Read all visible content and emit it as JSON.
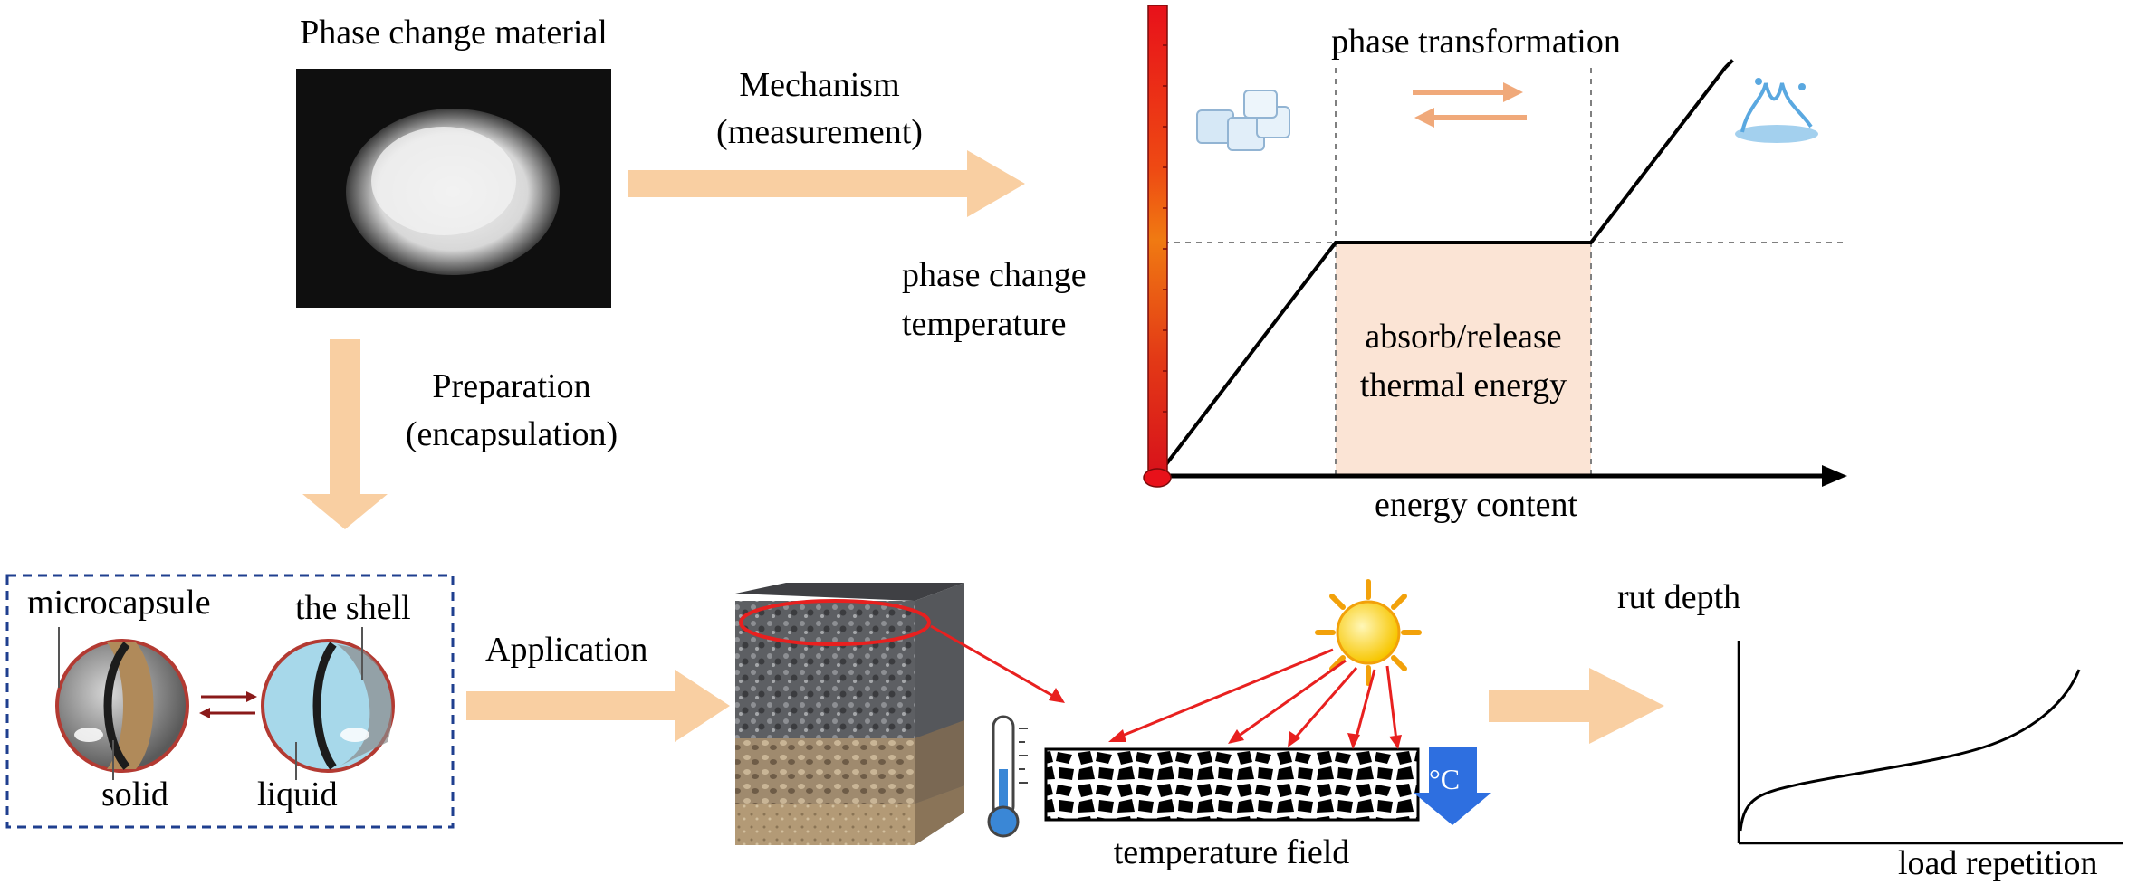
{
  "top_left": {
    "pcm_title": "Phase change material",
    "mechanism_line1": "Mechanism",
    "mechanism_line2": "(measurement)",
    "preparation_line1": "Preparation",
    "preparation_line2": "(encapsulation)"
  },
  "phase_graph": {
    "title": "phase transformation",
    "y_label_line1": "phase change",
    "y_label_line2": "temperature",
    "plateau_line1": "absorb/release",
    "plateau_line2": "thermal energy",
    "x_label": "energy content"
  },
  "microcapsule": {
    "label_microcapsule": "microcapsule",
    "label_shell": "the shell",
    "label_solid": "solid",
    "label_liquid": "liquid"
  },
  "application": {
    "label": "Application",
    "temperature_field": "temperature field",
    "cooling_badge": "°C"
  },
  "rut_chart": {
    "y_label": "rut depth",
    "x_label": "load repetition"
  },
  "colors": {
    "arrow": "#f9cfa2",
    "dashed_box": "#1f3f8f",
    "plateau_fill": "#fbe4d5",
    "red_arrow": "#e8201f",
    "cool_blue": "#2e6fe0"
  }
}
